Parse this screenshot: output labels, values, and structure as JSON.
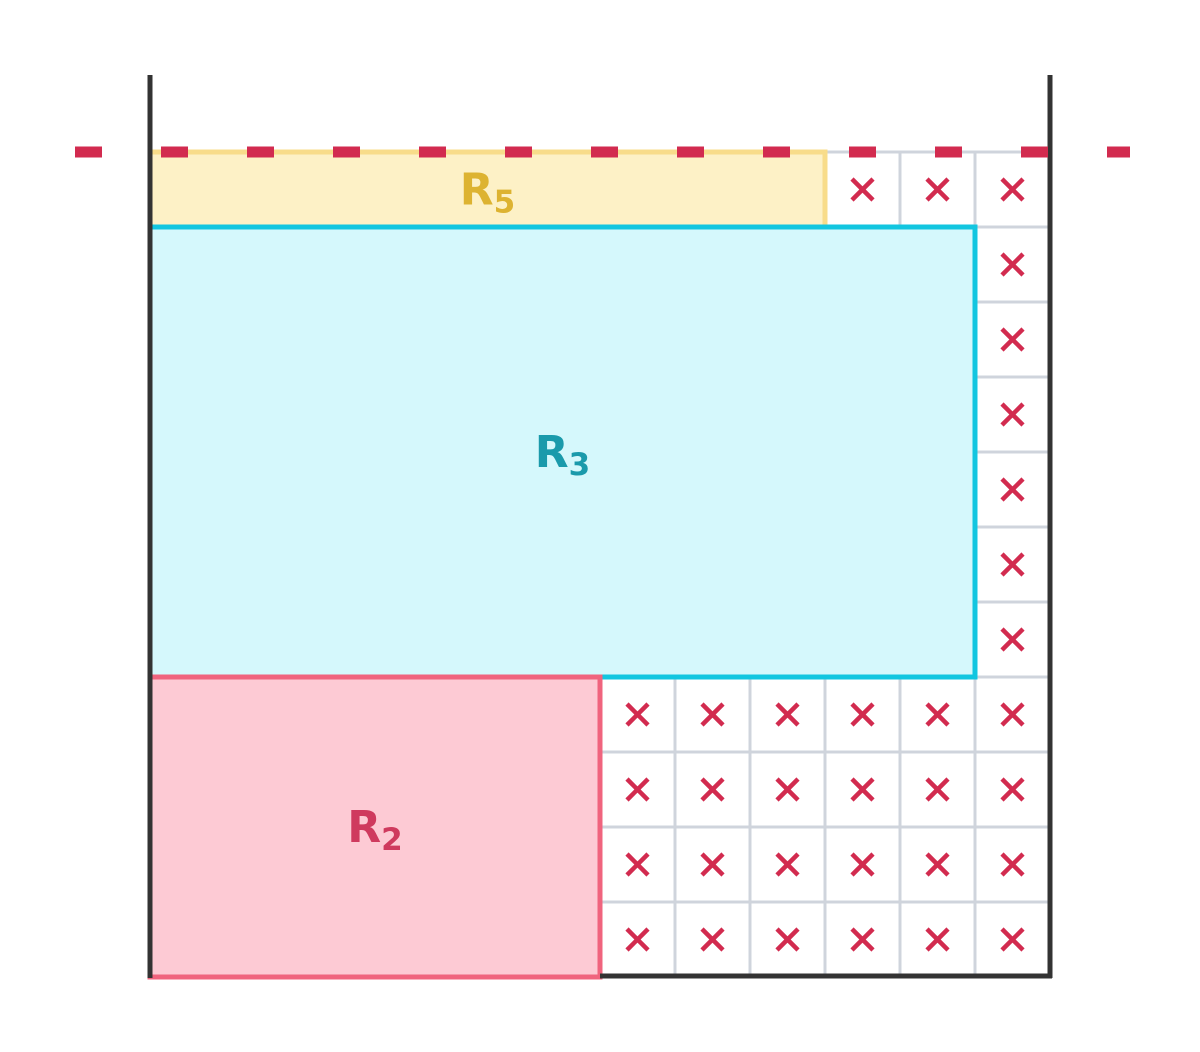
{
  "diagram": {
    "grid": {
      "columns": 12,
      "rows": 11,
      "blocked_cells": [
        [
          0,
          9
        ],
        [
          0,
          10
        ],
        [
          0,
          11
        ],
        [
          1,
          11
        ],
        [
          2,
          11
        ],
        [
          3,
          11
        ],
        [
          4,
          11
        ],
        [
          5,
          11
        ],
        [
          6,
          11
        ],
        [
          7,
          6
        ],
        [
          7,
          7
        ],
        [
          7,
          8
        ],
        [
          7,
          9
        ],
        [
          7,
          10
        ],
        [
          7,
          11
        ],
        [
          8,
          6
        ],
        [
          8,
          7
        ],
        [
          8,
          8
        ],
        [
          8,
          9
        ],
        [
          8,
          10
        ],
        [
          8,
          11
        ],
        [
          9,
          6
        ],
        [
          9,
          7
        ],
        [
          9,
          8
        ],
        [
          9,
          9
        ],
        [
          9,
          10
        ],
        [
          9,
          11
        ],
        [
          10,
          6
        ],
        [
          10,
          7
        ],
        [
          10,
          8
        ],
        [
          10,
          9
        ],
        [
          10,
          10
        ],
        [
          10,
          11
        ]
      ]
    },
    "rectangles": [
      {
        "id": "r5",
        "label": "R",
        "subscript": "5",
        "row_start": 0,
        "row_end": 1,
        "col_start": 0,
        "col_end": 9,
        "fill": "#fdf1c6",
        "stroke": "#f8dc8a",
        "text_color": "#ddb331"
      },
      {
        "id": "r3",
        "label": "R",
        "subscript": "3",
        "row_start": 1,
        "row_end": 7,
        "col_start": 0,
        "col_end": 11,
        "fill": "#d5f8fc",
        "stroke": "#12c6e0",
        "text_color": "#1a9aab"
      },
      {
        "id": "r2",
        "label": "R",
        "subscript": "2",
        "row_start": 7,
        "row_end": 11,
        "col_start": 0,
        "col_end": 6,
        "fill": "#fdcad4",
        "stroke": "#f0647e",
        "text_color": "#cf3a5e"
      }
    ],
    "colors": {
      "container_wall": "#333333",
      "cell_mark": "#d22b4f",
      "dashed_line": "#d22b4f"
    },
    "icons": {
      "blocked_cell_mark": "cross-mark-icon"
    }
  }
}
